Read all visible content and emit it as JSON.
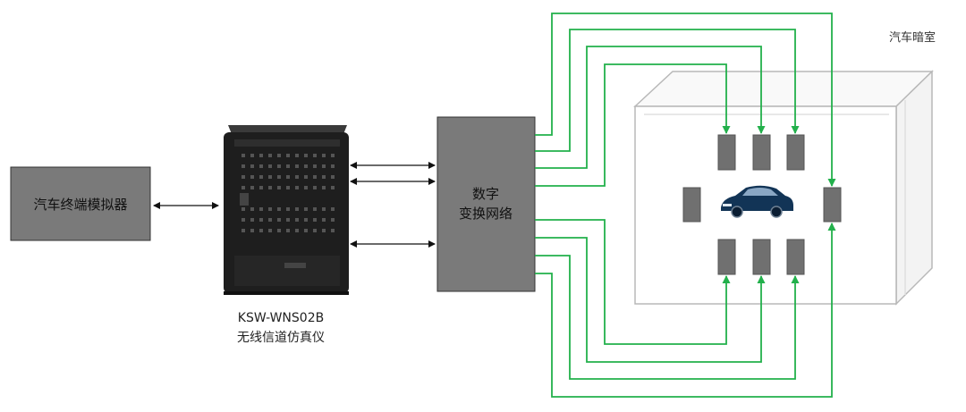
{
  "diagram": {
    "simulator_label": "汽车终端模拟器",
    "device_model": "KSW-WNS02B",
    "device_name": "无线信道仿真仪",
    "network_label_line1": "数字",
    "network_label_line2": "变换网络",
    "chamber_label": "汽车暗室"
  },
  "colors": {
    "box_fill": "#7a7a7a",
    "green_line": "#22b04b",
    "antenna": "#707070",
    "device": "#1e1e1e"
  },
  "icons": [
    "car-icon",
    "double-arrow-icon"
  ]
}
